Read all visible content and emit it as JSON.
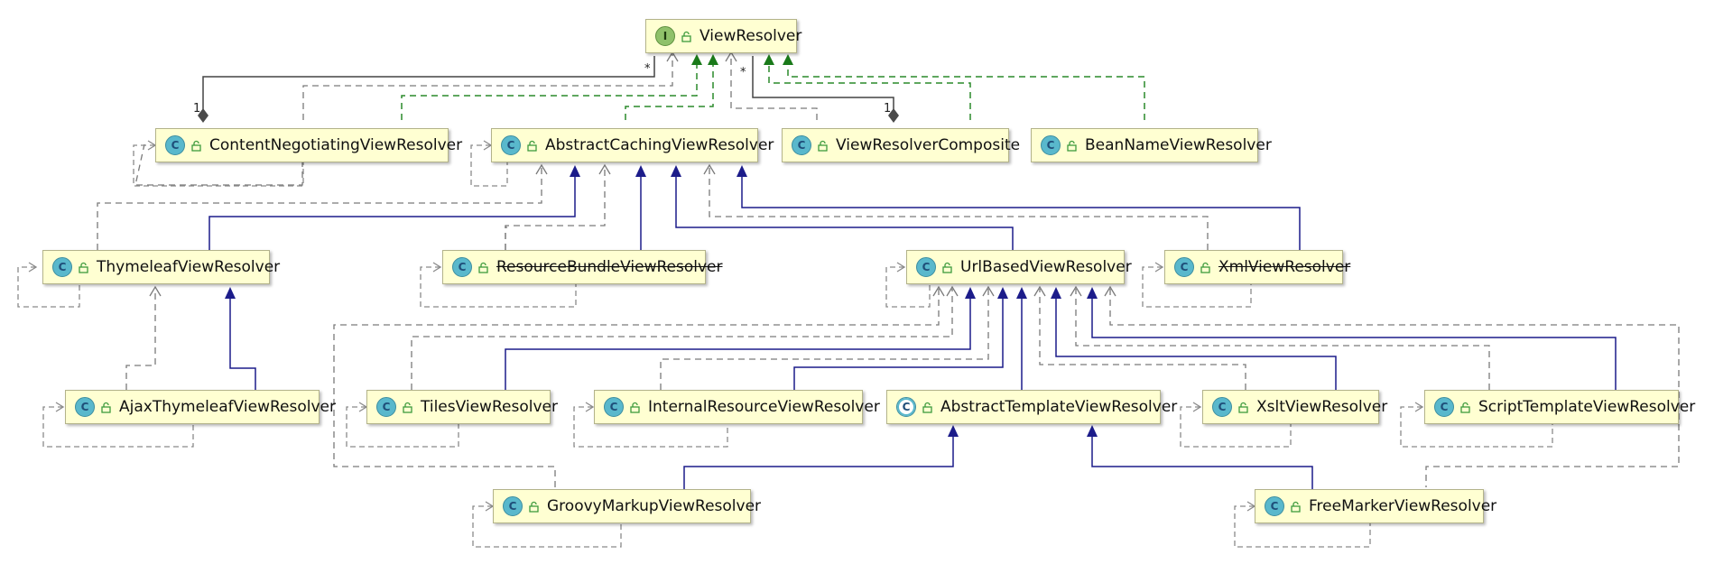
{
  "diagram": {
    "nodes": [
      {
        "id": "ViewResolver",
        "label": "ViewResolver",
        "kind": "interface"
      },
      {
        "id": "ContentNegotiatingViewResolver",
        "label": "ContentNegotiatingViewResolver",
        "kind": "class"
      },
      {
        "id": "AbstractCachingViewResolver",
        "label": "AbstractCachingViewResolver",
        "kind": "class"
      },
      {
        "id": "ViewResolverComposite",
        "label": "ViewResolverComposite",
        "kind": "class"
      },
      {
        "id": "BeanNameViewResolver",
        "label": "BeanNameViewResolver",
        "kind": "class"
      },
      {
        "id": "ThymeleafViewResolver",
        "label": "ThymeleafViewResolver",
        "kind": "class"
      },
      {
        "id": "ResourceBundleViewResolver",
        "label": "ResourceBundleViewResolver",
        "kind": "class",
        "deprecated": true
      },
      {
        "id": "UrlBasedViewResolver",
        "label": "UrlBasedViewResolver",
        "kind": "class"
      },
      {
        "id": "XmlViewResolver",
        "label": "XmlViewResolver",
        "kind": "class",
        "deprecated": true
      },
      {
        "id": "AjaxThymeleafViewResolver",
        "label": "AjaxThymeleafViewResolver",
        "kind": "class"
      },
      {
        "id": "TilesViewResolver",
        "label": "TilesViewResolver",
        "kind": "class"
      },
      {
        "id": "InternalResourceViewResolver",
        "label": "InternalResourceViewResolver",
        "kind": "class"
      },
      {
        "id": "AbstractTemplateViewResolver",
        "label": "AbstractTemplateViewResolver",
        "kind": "abstract-class"
      },
      {
        "id": "XsltViewResolver",
        "label": "XsltViewResolver",
        "kind": "class"
      },
      {
        "id": "ScriptTemplateViewResolver",
        "label": "ScriptTemplateViewResolver",
        "kind": "class"
      },
      {
        "id": "GroovyMarkupViewResolver",
        "label": "GroovyMarkupViewResolver",
        "kind": "class"
      },
      {
        "id": "FreeMarkerViewResolver",
        "label": "FreeMarkerViewResolver",
        "kind": "class"
      }
    ],
    "edges": [
      {
        "from": "ContentNegotiatingViewResolver",
        "to": "ViewResolver",
        "type": "implements"
      },
      {
        "from": "AbstractCachingViewResolver",
        "to": "ViewResolver",
        "type": "implements"
      },
      {
        "from": "ViewResolverComposite",
        "to": "ViewResolver",
        "type": "implements"
      },
      {
        "from": "BeanNameViewResolver",
        "to": "ViewResolver",
        "type": "implements"
      },
      {
        "from": "ContentNegotiatingViewResolver",
        "to": "ViewResolver",
        "type": "aggregation",
        "source_mult": "1",
        "target_mult": "*"
      },
      {
        "from": "ViewResolverComposite",
        "to": "ViewResolver",
        "type": "aggregation",
        "source_mult": "1",
        "target_mult": "*"
      },
      {
        "from": "ThymeleafViewResolver",
        "to": "AbstractCachingViewResolver",
        "type": "extends"
      },
      {
        "from": "ResourceBundleViewResolver",
        "to": "AbstractCachingViewResolver",
        "type": "extends"
      },
      {
        "from": "UrlBasedViewResolver",
        "to": "AbstractCachingViewResolver",
        "type": "extends"
      },
      {
        "from": "XmlViewResolver",
        "to": "AbstractCachingViewResolver",
        "type": "extends"
      },
      {
        "from": "AjaxThymeleafViewResolver",
        "to": "ThymeleafViewResolver",
        "type": "extends"
      },
      {
        "from": "TilesViewResolver",
        "to": "UrlBasedViewResolver",
        "type": "extends"
      },
      {
        "from": "InternalResourceViewResolver",
        "to": "UrlBasedViewResolver",
        "type": "extends"
      },
      {
        "from": "AbstractTemplateViewResolver",
        "to": "UrlBasedViewResolver",
        "type": "extends"
      },
      {
        "from": "XsltViewResolver",
        "to": "UrlBasedViewResolver",
        "type": "extends"
      },
      {
        "from": "ScriptTemplateViewResolver",
        "to": "UrlBasedViewResolver",
        "type": "extends"
      },
      {
        "from": "GroovyMarkupViewResolver",
        "to": "AbstractTemplateViewResolver",
        "type": "extends"
      },
      {
        "from": "FreeMarkerViewResolver",
        "to": "AbstractTemplateViewResolver",
        "type": "extends"
      }
    ],
    "colors": {
      "node_fill": "#ffffd2",
      "extends": "#1c1c8a",
      "implements": "#2a8a2a",
      "dependency": "#7a7a7a",
      "aggregation": "#444444"
    }
  }
}
